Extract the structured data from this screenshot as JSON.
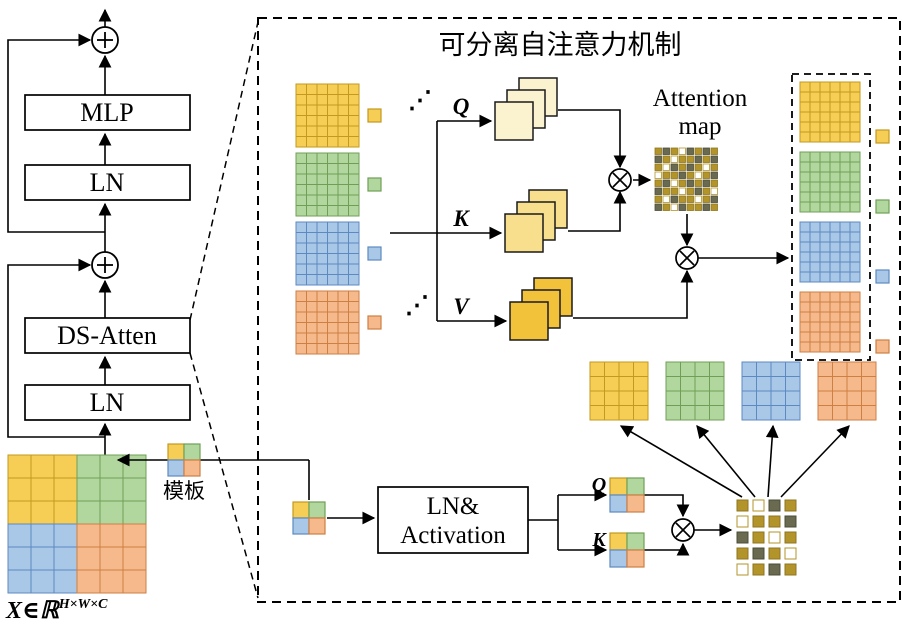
{
  "colors": {
    "yellow_fill": "#F6CE55",
    "yellow_stroke": "#C39A1F",
    "green_fill": "#B2D79E",
    "green_stroke": "#6F9F57",
    "blue_fill": "#A9C8E8",
    "blue_stroke": "#5E88C0",
    "orange_fill": "#F5B98B",
    "orange_stroke": "#CD7F44",
    "q_stack_fill": "#FBF2D0",
    "k_stack_fill": "#F7DF8E",
    "v_stack_fill": "#F1C23A",
    "stack_stroke": "#1A1A1A",
    "map_gold": "#B3942B",
    "map_dark": "#6A6A50",
    "map_light": "#FFFFFF",
    "line_color": "#000000"
  },
  "left_pipeline": {
    "mlp_label": "MLP",
    "ln_top_label": "LN",
    "ds_atten_label": "DS-Atten",
    "ln_bottom_label": "LN",
    "input_label_main": "X∈ℝ",
    "input_label_sup": "H×W×C",
    "template_label": "模板"
  },
  "panel": {
    "title": "可分离自注意力机制",
    "q_label": "Q",
    "k_label": "K",
    "v_label": "V",
    "attention_label_line1": "Attention",
    "attention_label_line2": "map",
    "ellipsis_top": "⋰",
    "ellipsis_bottom": "⋰"
  },
  "bottom_panel": {
    "ln_activation_line1": "LN&",
    "ln_activation_line2": "Activation",
    "q_label": "Q",
    "k_label": "K"
  },
  "quad_order": [
    "yellow",
    "green",
    "blue",
    "orange"
  ],
  "patterns": {
    "attention_map": [
      "gdgwdgdg",
      "dgwggdgd",
      "gwdgdgwg",
      "wggdgwgd",
      "gdwgdgdg",
      "dggwgdgw",
      "gwdggwgd",
      "dgwdggdg"
    ],
    "small_map": [
      "gwdg",
      "wggd",
      "dgwg",
      "gdgw",
      "wgdg"
    ]
  }
}
